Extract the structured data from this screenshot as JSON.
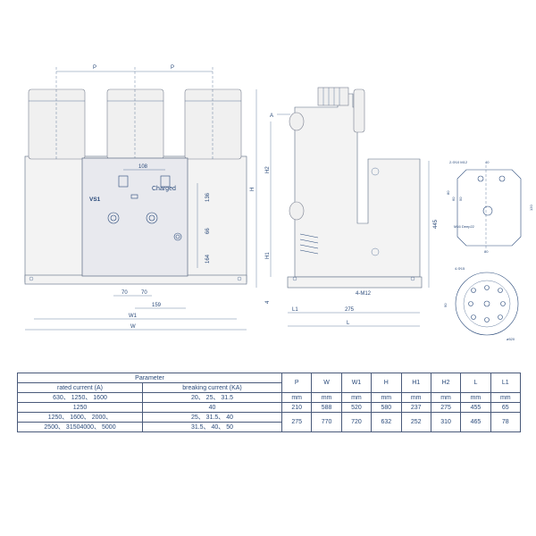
{
  "front_view": {
    "dims": {
      "p_left": "P",
      "p_right": "P",
      "w": "W",
      "w1": "W1",
      "d108": "108",
      "d70a": "70",
      "d70b": "70",
      "d159": "159",
      "d136": "136",
      "d66": "66",
      "d164": "164"
    },
    "panel_label": "VS1",
    "charged_label": "Charged"
  },
  "side_view": {
    "dims": {
      "a": "A",
      "h": "H",
      "h1": "H1",
      "h2": "H2",
      "d445": "445",
      "d275": "275",
      "l": "L",
      "l1": "L1",
      "d4": "4",
      "bolt": "4-M12"
    }
  },
  "terminal_view": {
    "dims": {
      "hole": "2-Φ10 M12",
      "d40": "40",
      "d80": "80",
      "d60": "60",
      "d50": "50",
      "d120": "120",
      "deep": "M16 Deep22",
      "d80b": "80"
    }
  },
  "round_view": {
    "dims": {
      "holes": "4-Φ15",
      "d90": "90",
      "dia": "ø520"
    }
  },
  "table": {
    "title": "Parameter",
    "sub_left": "rated current (A)",
    "sub_right": "breaking current (KA)",
    "columns": [
      "P",
      "W",
      "W1",
      "H",
      "H1",
      "H2",
      "L",
      "L1"
    ],
    "units": [
      "mm",
      "mm",
      "mm",
      "mm",
      "mm",
      "mm",
      "mm",
      "mm"
    ],
    "rows": [
      {
        "rated": "630、 1250、 1600",
        "breaking": "20、 25、 31.5"
      },
      {
        "rated": "1250",
        "breaking": "40"
      },
      {
        "rated": "1250、 1600、 2000、",
        "breaking": "25、 31.5、 40"
      },
      {
        "rated": "2500、 31504000、 5000",
        "breaking": "31.5、 40、 50"
      }
    ],
    "groups": [
      {
        "values": [
          "210",
          "588",
          "520",
          "580",
          "237",
          "275",
          "455",
          "65"
        ]
      },
      {
        "values": [
          "275",
          "770",
          "720",
          "632",
          "252",
          "310",
          "465",
          "78"
        ]
      }
    ]
  }
}
